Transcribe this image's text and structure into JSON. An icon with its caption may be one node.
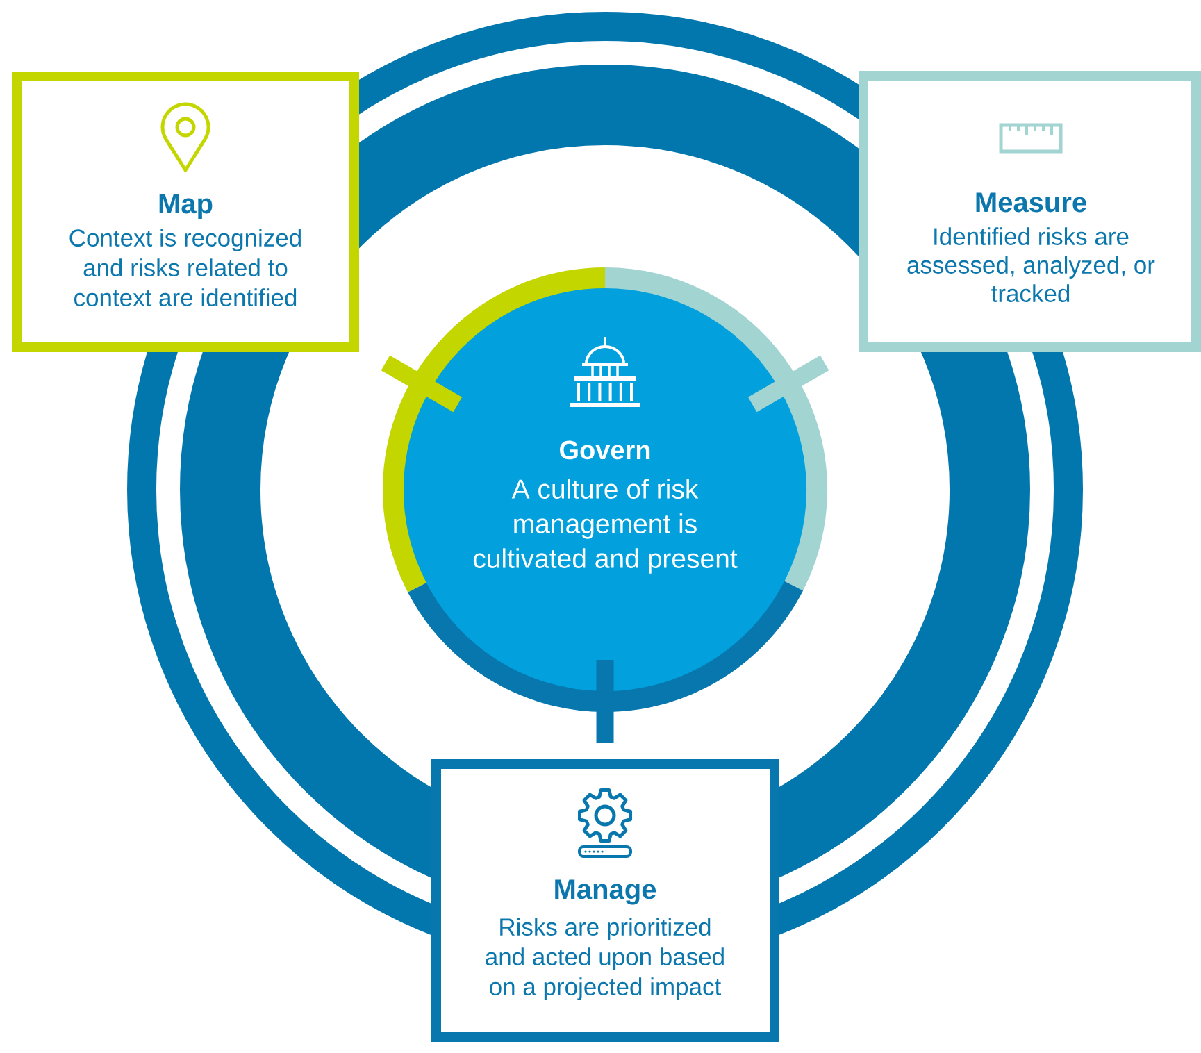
{
  "diagram": {
    "nodes": [
      {
        "text": [
          "Map",
          "Context is recognized and risks related to context are identified"
        ]
      },
      {
        "text": [
          "Measure",
          "Identified risks are assessed, analyzed, or tracked"
        ]
      },
      {
        "text": [
          "Govern",
          "A culture of risk management is cultivated and present"
        ]
      },
      {
        "text": [
          "Manage",
          "Risks are prioritized and acted upon based on a projected impact"
        ]
      }
    ]
  }
}
